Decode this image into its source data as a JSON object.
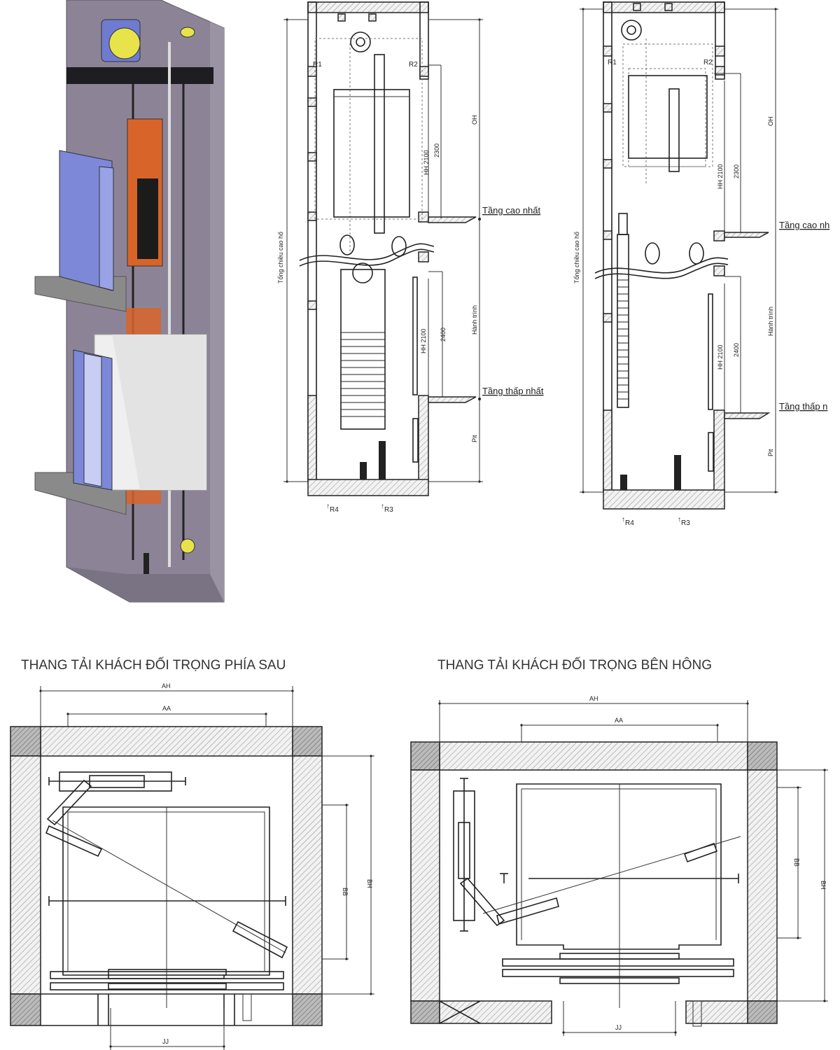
{
  "elevation_rear": {
    "total_height_label": "Tổng chiều cao hố",
    "oh_label": "OH",
    "travel_label": "Hành trình",
    "pit_label": "Pit",
    "top_floor_label": "Tầng cao nhất",
    "bottom_floor_label": "Tầng thấp nhất",
    "hh_upper": "HH 2100",
    "dim_upper": "2300",
    "hh_lower": "HH 2100",
    "dim_lower": "2400",
    "r1": "R1",
    "r2": "R2",
    "r3": "R3",
    "r4": "R4"
  },
  "elevation_side": {
    "total_height_label": "Tổng chiều cao hố",
    "oh_label": "OH",
    "travel_label": "Hành trình",
    "pit_label": "Pit",
    "top_floor_label": "Tầng cao nh",
    "bottom_floor_label": "Tầng thấp n",
    "hh_upper": "HH 2100",
    "dim_upper": "2300",
    "hh_lower": "HH 2100",
    "dim_lower": "2400",
    "r1": "R1",
    "r2": "R2",
    "r3": "R3",
    "r4": "R4"
  },
  "plan_rear": {
    "title": "THANG TẢI KHÁCH ĐỐI TRỌNG PHÍA SAU",
    "ah": "AH",
    "aa": "AA",
    "bb": "BB",
    "bh": "BH",
    "jj": "JJ"
  },
  "plan_side": {
    "title": "THANG TẢI KHÁCH ĐỐI TRỌNG BÊN HÔNG",
    "ah": "AH",
    "aa": "AA",
    "bb": "BB",
    "bh": "BH",
    "jj": "JJ"
  },
  "colors": {
    "shaft_wall": "#8c8496",
    "door_blue": "#7d88d8",
    "frame_orange": "#d8642a",
    "car_white": "#efefef"
  }
}
